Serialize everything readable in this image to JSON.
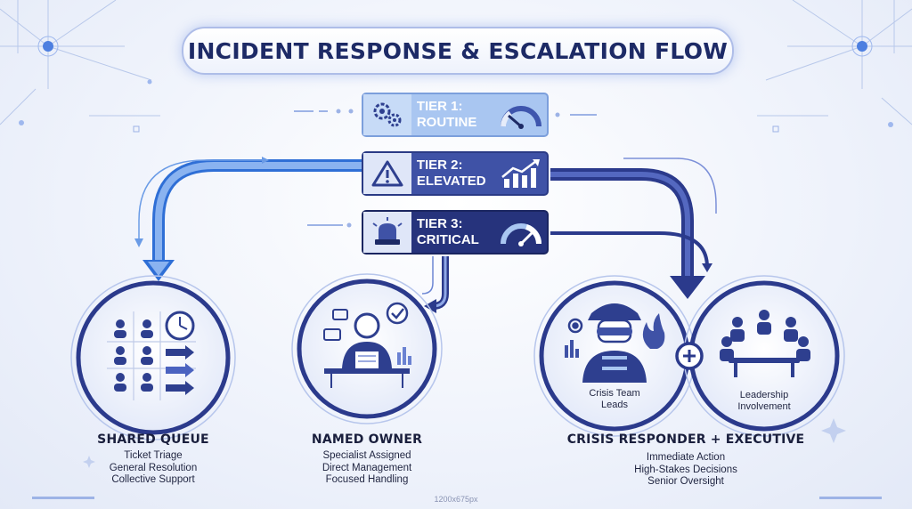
{
  "title": "INCIDENT RESPONSE & ESCALATION FLOW",
  "tiers": [
    {
      "line1": "TIER 1:",
      "line2": "ROUTINE",
      "icon": "gears-icon",
      "graphic": "gauge-low-icon"
    },
    {
      "line1": "TIER 2:",
      "line2": "ELEVATED",
      "icon": "warning-triangle-icon",
      "graphic": "rising-bar-chart-icon"
    },
    {
      "line1": "TIER 3:",
      "line2": "CRITICAL",
      "icon": "siren-icon",
      "graphic": "gauge-high-icon"
    }
  ],
  "nodes": [
    {
      "title": "SHARED QUEUE",
      "lines": [
        "Ticket Triage",
        "General Resolution",
        "Collective Support"
      ]
    },
    {
      "title": "NAMED OWNER",
      "lines": [
        "Specialist Assigned",
        "Direct Management",
        "Focused Handling"
      ]
    },
    {
      "title": "CRISIS RESPONDER + EXECUTIVE",
      "lines": [
        "Immediate Action",
        "High-Stakes Decisions",
        "Senior Oversight"
      ]
    }
  ],
  "circle_labels": {
    "crisis": [
      "Crisis Team",
      "Leads"
    ],
    "leadership": [
      "Leadership",
      "Involvement"
    ]
  },
  "dimensions": "1200x675px",
  "colors": {
    "tier1": "#a9c6f1",
    "tier2": "#3f52a6",
    "tier3": "#26337c",
    "arrow_light": "#5b8fe0",
    "arrow_dark": "#2b3a8c"
  }
}
